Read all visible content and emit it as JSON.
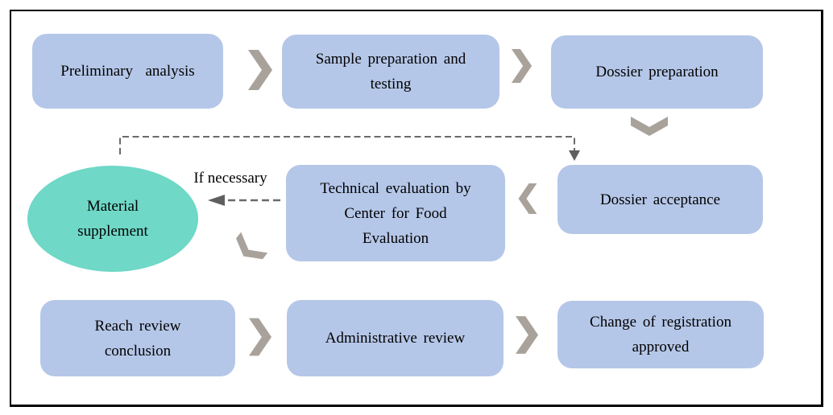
{
  "colors": {
    "node_fill": "#b5c7e8",
    "ellipse_fill": "#6fd8c7",
    "chevron": "#a9a29b",
    "connector": "#6a6a6a",
    "arrowhead": "#5f5f5f",
    "border": "#000000",
    "text": "#000000",
    "background": "#ffffff"
  },
  "nodes": {
    "preliminary_analysis": {
      "label": "Preliminary  analysis",
      "shape": "rounded-rectangle"
    },
    "sample_preparation": {
      "label": "Sample preparation and\ntesting",
      "shape": "rounded-rectangle"
    },
    "dossier_preparation": {
      "label": "Dossier preparation",
      "shape": "rounded-rectangle"
    },
    "material_supplement": {
      "label": "Material\nsupplement",
      "shape": "ellipse"
    },
    "technical_evaluation": {
      "label": "Technical evaluation by\nCenter for Food\nEvaluation",
      "shape": "rounded-rectangle"
    },
    "dossier_acceptance": {
      "label": "Dossier acceptance",
      "shape": "rounded-rectangle"
    },
    "reach_review": {
      "label": "Reach review\nconclusion",
      "shape": "rounded-rectangle"
    },
    "administrative_review": {
      "label": "Administrative review",
      "shape": "rounded-rectangle"
    },
    "change_approved": {
      "label": "Change of registration\napproved",
      "shape": "rounded-rectangle"
    }
  },
  "annotations": {
    "if_necessary": "If necessary"
  },
  "icons": {
    "chevron_right": "solid gray chevron pointing right",
    "chevron_down": "solid gray chevron pointing down",
    "chevron_left": "solid gray chevron pointing left",
    "chevron_down_left": "solid gray chevron pointing down-left"
  },
  "edges": [
    {
      "from": "preliminary_analysis",
      "to": "sample_preparation",
      "style": "chevron-right"
    },
    {
      "from": "sample_preparation",
      "to": "dossier_preparation",
      "style": "chevron-right"
    },
    {
      "from": "dossier_preparation",
      "to": "dossier_acceptance",
      "style": "chevron-down"
    },
    {
      "from": "dossier_acceptance",
      "to": "technical_evaluation",
      "style": "chevron-left"
    },
    {
      "from": "technical_evaluation",
      "to": "material_supplement",
      "style": "dashed-arrow",
      "label": "If necessary"
    },
    {
      "from": "material_supplement",
      "to": "dossier_acceptance",
      "style": "dashed-elbow-arrow"
    },
    {
      "from": "technical_evaluation",
      "to": "reach_review",
      "style": "chevron-down-left"
    },
    {
      "from": "reach_review",
      "to": "administrative_review",
      "style": "chevron-right"
    },
    {
      "from": "administrative_review",
      "to": "change_approved",
      "style": "chevron-right"
    }
  ]
}
